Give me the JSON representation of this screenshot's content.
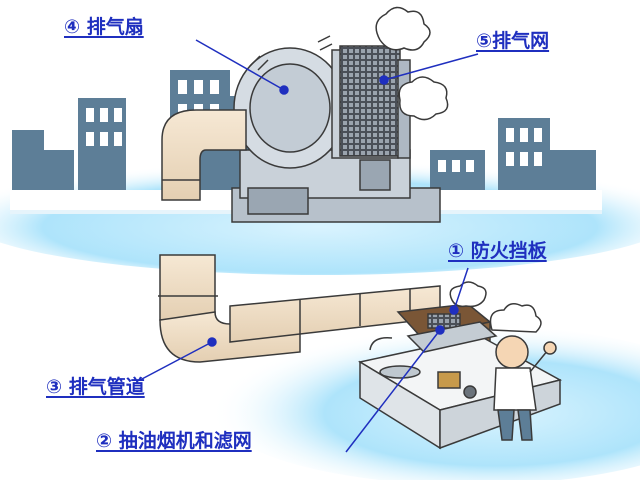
{
  "labels": {
    "damper": "① 防火挡板",
    "hood": "② 抽油烟机和滤网",
    "duct": "③ 排气管道",
    "fan": "④ 排气扇",
    "grille": "⑤排气网"
  },
  "colors": {
    "label_text": "#1f2fbf",
    "leader_line": "#1f2fbf",
    "building": "#5d7e97",
    "sky_glow": "#aee4fb",
    "duct": "#efdcc3",
    "machine": "#c9d1d9",
    "outline": "#3a3a3a"
  }
}
